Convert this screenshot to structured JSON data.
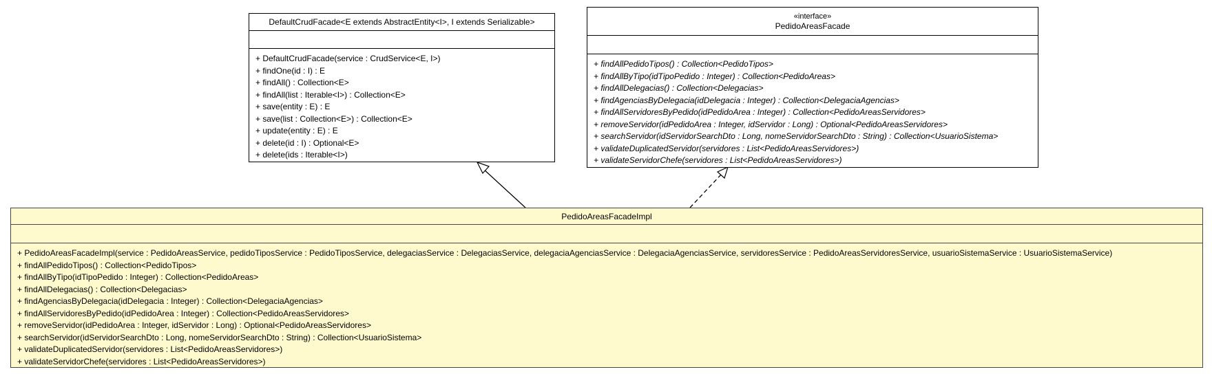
{
  "default_crud_facade": {
    "name": "DefaultCrudFacade<E extends AbstractEntity<I>, I extends Serializable>",
    "operations": [
      "+ DefaultCrudFacade(service : CrudService<E, I>)",
      "+ findOne(id : I) : E",
      "+ findAll() : Collection<E>",
      "+ findAll(list : Iterable<I>) : Collection<E>",
      "+ save(entity : E) : E",
      "+ save(list : Collection<E>) : Collection<E>",
      "+ update(entity : E) : E",
      "+ delete(id : I) : Optional<E>",
      "+ delete(ids : Iterable<I>)"
    ]
  },
  "pedido_areas_facade": {
    "stereotype": "«interface»",
    "name": "PedidoAreasFacade",
    "operations": [
      "+ findAllPedidoTipos() : Collection<PedidoTipos>",
      "+ findAllByTipo(idTipoPedido : Integer) : Collection<PedidoAreas>",
      "+ findAllDelegacias() : Collection<Delegacias>",
      "+ findAgenciasByDelegacia(idDelegacia : Integer) : Collection<DelegaciaAgencias>",
      "+ findAllServidoresByPedido(idPedidoArea : Integer) : Collection<PedidoAreasServidores>",
      "+ removeServidor(idPedidoArea : Integer, idServidor : Long) : Optional<PedidoAreasServidores>",
      "+ searchServidor(idServidorSearchDto : Long, nomeServidorSearchDto : String) : Collection<UsuarioSistema>",
      "+ validateDuplicatedServidor(servidores : List<PedidoAreasServidores>)",
      "+ validateServidorChefe(servidores : List<PedidoAreasServidores>)"
    ]
  },
  "pedido_areas_facade_impl": {
    "name": "PedidoAreasFacadeImpl",
    "operations": [
      "+ PedidoAreasFacadeImpl(service : PedidoAreasService, pedidoTiposService : PedidoTiposService, delegaciasService : DelegaciasService, delegaciaAgenciasService : DelegaciaAgenciasService, servidoresService : PedidoAreasServidoresService, usuarioSistemaService : UsuarioSistemaService)",
      "+ findAllPedidoTipos() : Collection<PedidoTipos>",
      "+ findAllByTipo(idTipoPedido : Integer) : Collection<PedidoAreas>",
      "+ findAllDelegacias() : Collection<Delegacias>",
      "+ findAgenciasByDelegacia(idDelegacia : Integer) : Collection<DelegaciaAgencias>",
      "+ findAllServidoresByPedido(idPedidoArea : Integer) : Collection<PedidoAreasServidores>",
      "+ removeServidor(idPedidoArea : Integer, idServidor : Long) : Optional<PedidoAreasServidores>",
      "+ searchServidor(idServidorSearchDto : Long, nomeServidorSearchDto : String) : Collection<UsuarioSistema>",
      "+ validateDuplicatedServidor(servidores : List<PedidoAreasServidores>)",
      "+ validateServidorChefe(servidores : List<PedidoAreasServidores>)"
    ]
  },
  "colors": {
    "impl_fill": "#fffacd",
    "line": "#000000"
  }
}
